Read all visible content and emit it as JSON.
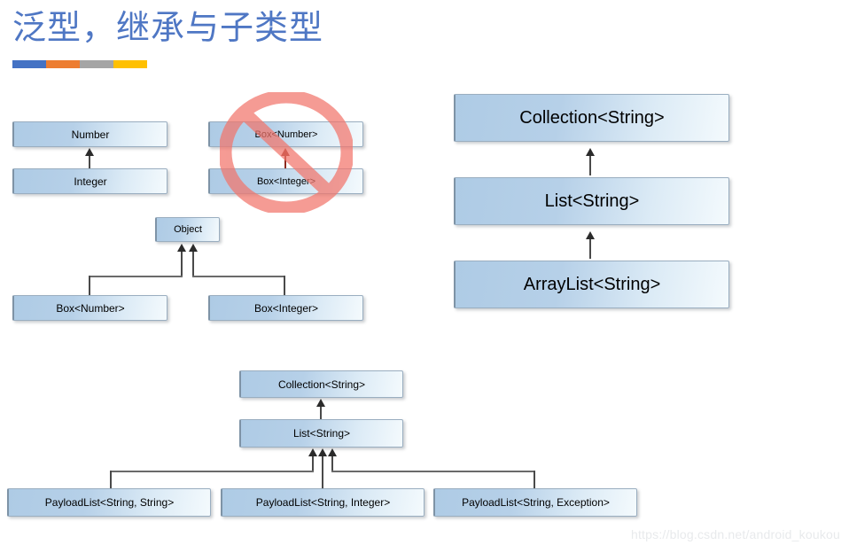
{
  "slide": {
    "title": "泛型，继承与子类型",
    "title_color": "#4F77C4",
    "accent_bar": [
      {
        "name": "blue",
        "color": "#4472C4"
      },
      {
        "name": "orange",
        "color": "#ED7D31"
      },
      {
        "name": "gray",
        "color": "#A5A5A5"
      },
      {
        "name": "yellow",
        "color": "#FFC000"
      }
    ]
  },
  "diagram_top_left": {
    "name": "number-integer-hierarchy",
    "boxes": {
      "number": "Number",
      "integer": "Integer"
    }
  },
  "diagram_top_middle": {
    "name": "box-generic-invalid-hierarchy",
    "boxes": {
      "box_number": "Box<Number>",
      "box_integer": "Box<Integer>"
    },
    "overlay": {
      "icon": "prohibition-icon",
      "color": "#F2756B"
    }
  },
  "diagram_object_hierarchy": {
    "name": "object-box-hierarchy",
    "boxes": {
      "object": "Object",
      "box_number": "Box<Number>",
      "box_integer": "Box<Integer>"
    }
  },
  "diagram_right": {
    "name": "collection-list-arraylist-hierarchy",
    "boxes": {
      "collection": "Collection<String>",
      "list": "List<String>",
      "arraylist": "ArrayList<String>"
    }
  },
  "diagram_bottom": {
    "name": "payloadlist-hierarchy",
    "boxes": {
      "collection": "Collection<String>",
      "list": "List<String>",
      "payload_string": "PayloadList<String, String>",
      "payload_integer": "PayloadList<String, Integer>",
      "payload_exception": "PayloadList<String, Exception>"
    }
  },
  "watermark": {
    "text": "https://blog.csdn.net/android_koukou"
  }
}
